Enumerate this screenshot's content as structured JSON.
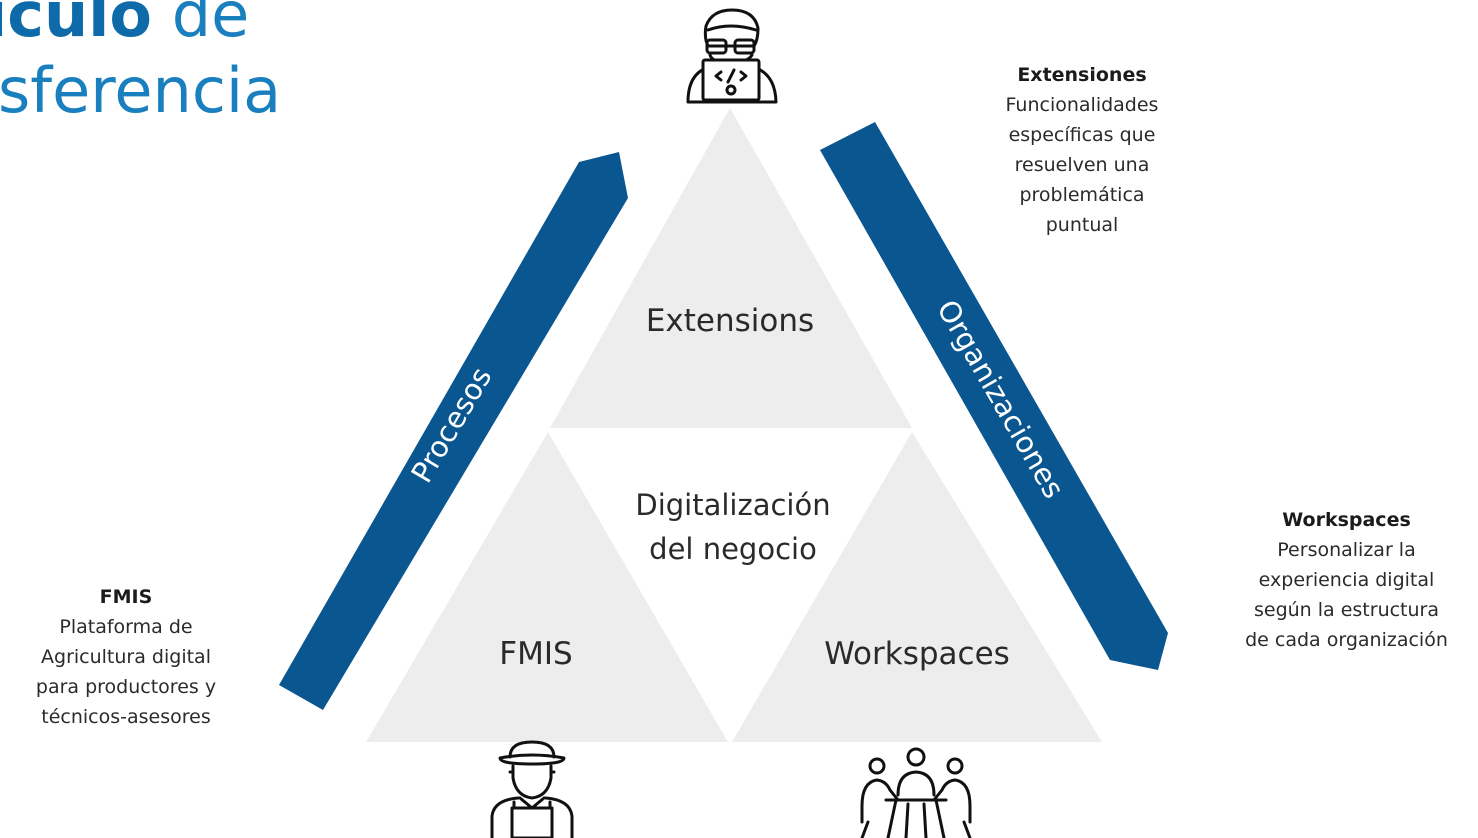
{
  "title": {
    "line1_bold": "ículo",
    "line1_rest": " de",
    "line2": "sferencia"
  },
  "colors": {
    "accent": "#0a5690",
    "title_blue": "#1a7fbf",
    "triangle_fill": "#ededed",
    "text": "#2a2a2a"
  },
  "triangle": {
    "top_label": "Extensions",
    "center_label_line1": "Digitalización",
    "center_label_line2": "del negocio",
    "left_label": "FMIS",
    "right_label": "Workspaces"
  },
  "arrows": {
    "left_label": "Procesos",
    "right_label": "Organizaciones"
  },
  "descriptions": {
    "extensiones": {
      "title": "Extensiones",
      "lines": [
        "Funcionalidades",
        "específicas que",
        "resuelven una",
        "problemática",
        "puntual"
      ]
    },
    "workspaces": {
      "title": "Workspaces",
      "lines": [
        "Personalizar la",
        "experiencia digital",
        "según la estructura",
        "de cada organización"
      ]
    },
    "fmis": {
      "title": "FMIS",
      "lines": [
        "Plataforma de",
        "Agricultura digital",
        "para productores y",
        "técnicos-asesores"
      ]
    }
  },
  "icons": {
    "top": "developer-laptop-icon",
    "bottom_left": "farmer-icon",
    "bottom_right": "team-meeting-icon"
  }
}
